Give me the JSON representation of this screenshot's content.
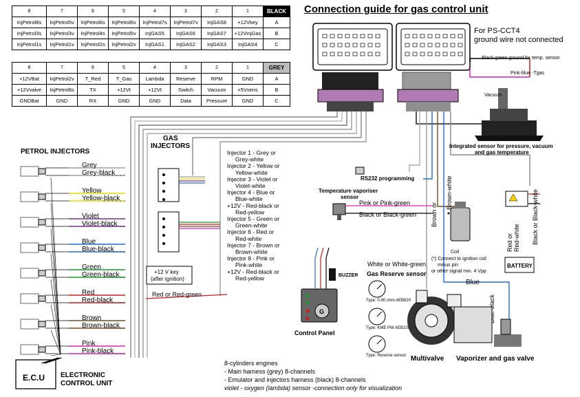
{
  "title": "Connection guide for gas control unit",
  "ps_note": [
    "For PS-CCT4",
    "ground wire not connected"
  ],
  "black_table": {
    "header": [
      "8",
      "7",
      "6",
      "5",
      "4",
      "3",
      "2",
      "1",
      "BLACK"
    ],
    "rows": [
      [
        "InjPetrol8s",
        "InjPetrol5v",
        "InjPetrol6s",
        "InjPetrol6v",
        "InjPetrol7s",
        "InjPetrol7v",
        "InjGAS8",
        "+12Vkey",
        "A"
      ],
      [
        "InjPetrol3s",
        "InjPetrol3v",
        "InjPetrol4s",
        "InjPetrol5v",
        "InjGAS5",
        "InjGAS6",
        "InjGAS7",
        "+12VinjGas",
        "B"
      ],
      [
        "InjPetrol1s",
        "InjPetrol1v",
        "InjPetrol2s",
        "InjPetrol2v",
        "InjGAS1",
        "InjGAS2",
        "InjGAS3",
        "InjGAS4",
        "C"
      ]
    ]
  },
  "grey_table": {
    "header": [
      "8",
      "7",
      "6",
      "5",
      "4",
      "3",
      "2",
      "1",
      "GREY"
    ],
    "rows": [
      [
        "+12VBat",
        "InjPetrol2v",
        "T_Red",
        "T_Gas",
        "Lambda",
        "Reserve",
        "RPM",
        "GND",
        "A"
      ],
      [
        "+12Vvalve",
        "InjPetrol8s",
        "TX",
        "+12Vt",
        "+12Vt",
        "Switch",
        "Vacuum",
        "+5Vsens",
        "B"
      ],
      [
        "GNDBat",
        "GND",
        "RX",
        "GND",
        "GND",
        "Data",
        "Pressure",
        "GND",
        "C"
      ]
    ]
  },
  "labels": {
    "petrol_injectors": "PETROL INJECTORS",
    "gas_injectors": [
      "GAS",
      "INJECTORS"
    ],
    "ecu": "E.C.U",
    "ecu_caption": [
      "ELECTRONIC",
      "CONTROL UNIT"
    ],
    "black_ground": "Black-green ground for temp. sensor",
    "pink_blue": "Pink-blue -Tgas",
    "vacuum": "Vacuum",
    "integrated_sensor": [
      "Integrated sensor for pressure, vacuum",
      "and gas temperature"
    ],
    "rs232": "RS232 programming",
    "temp_sensor": [
      "Temperature vaporiser",
      "sensor"
    ],
    "pink_green": "Pink or Pink-green",
    "black_green": "Black or Black-green",
    "brown": "Brown or",
    "brown_white": "Brown-white",
    "coil": "Coil",
    "coil_note": [
      "(*) Connect to ignition coil",
      "minus pin",
      "or other signal min. 4 Vpp"
    ],
    "red_white": [
      "Red or",
      "Red-white"
    ],
    "black_white": [
      "Black or Black-white"
    ],
    "battery": "BATTERY",
    "blue": "Blue",
    "blue_black": "Blue-black",
    "white": "White or White-green",
    "gas_reserve": "Gas Reserve sensor",
    "multivalve": "Multivalve",
    "vaporizer": "Vaporizer and gas valve",
    "buzzer": "BUZZER",
    "control_panel": "Control Panel",
    "key_box": [
      "+12 V key",
      "(after ignition)"
    ],
    "red_red_green": "Red or Red-green",
    "sensor_types": [
      "Type: 0-90 ohm AEB820",
      "Type: KME PW AEB1050",
      "Type: Reserve sensor"
    ],
    "bottom_note": [
      "8-cylinders engines",
      "- Main harness (grey) 8-channels",
      "- Emulator and injectors harness (black) 8-channels"
    ],
    "violet_note": "violet - oxygen (lambda) sensor -connection only for visualization"
  },
  "injector_legend": [
    "Injector 1 - Grey or",
    "Grey-white",
    "Injector 2 - Yellow or",
    "Yellow-white",
    "Injector 3 - Violet or",
    "Violet-white",
    "Injector 4 - Blue or",
    "Blue-white",
    "+12V - Red-black or",
    "Red-yellow",
    "Injector 5 - Green or",
    "Green-white",
    "Injector 6 - Red or",
    "Red-white",
    "Injector 7 - Brown or",
    "Brown-white",
    "Injector 8 - Pink or",
    "Pink-white",
    "+12V - Red-black or",
    "Red-yellow"
  ],
  "wire_pairs": [
    {
      "a": "Grey",
      "b": "Grey-black",
      "color": "#9e9e9e"
    },
    {
      "a": "Yellow",
      "b": "Yellow-black",
      "color": "#e6d800"
    },
    {
      "a": "Violet",
      "b": "Violet-black",
      "color": "#7b2b8e"
    },
    {
      "a": "Blue",
      "b": "Blue-black",
      "color": "#1f6fd6"
    },
    {
      "a": "Green",
      "b": "Green-black",
      "color": "#1a9a2a"
    },
    {
      "a": "Red",
      "b": "Red-black",
      "color": "#d11a1a"
    },
    {
      "a": "Brown",
      "b": "Brown-black",
      "color": "#7a4a1a"
    },
    {
      "a": "Pink",
      "b": "Pink-black",
      "color": "#e020b0"
    }
  ]
}
